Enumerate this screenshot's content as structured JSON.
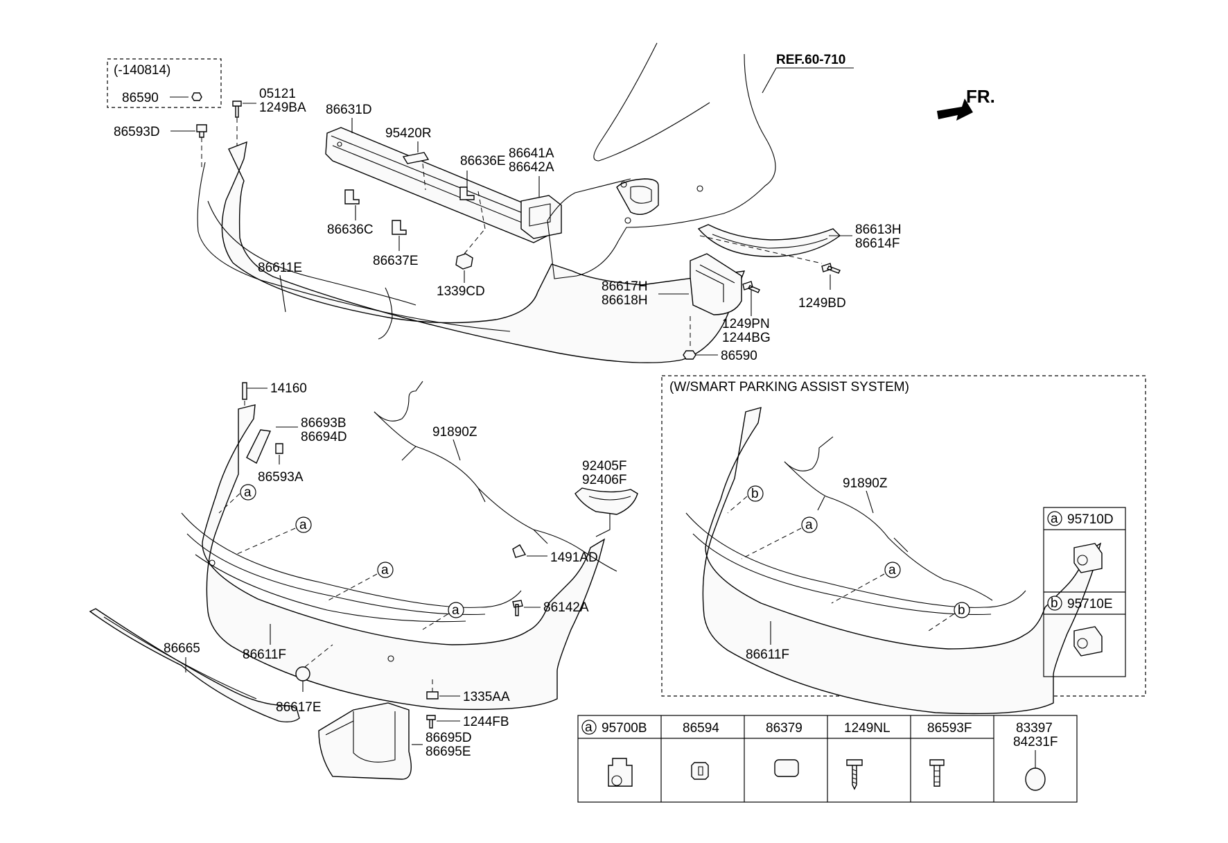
{
  "ref": "REF.60-710",
  "fr": "FR.",
  "top_left_box": {
    "date": "(-140814)",
    "part": "86590"
  },
  "labels": {
    "p86593D": "86593D",
    "p05121": "05121",
    "p1249BA": "1249BA",
    "p86631D": "86631D",
    "p95420R": "95420R",
    "p86636E": "86636E",
    "p86641A": "86641A",
    "p86642A": "86642A",
    "p86636C": "86636C",
    "p86637E": "86637E",
    "p1339CD": "1339CD",
    "p86611E": "86611E",
    "p86613H": "86613H",
    "p86614F": "86614F",
    "p86617H": "86617H",
    "p86618H": "86618H",
    "p1249BD": "1249BD",
    "p1249PN": "1249PN",
    "p1244BG": "1244BG",
    "p86590b": "86590",
    "p14160": "14160",
    "p86693B": "86693B",
    "p86694D": "86694D",
    "p86593A": "86593A",
    "p91890Z": "91890Z",
    "p92405F": "92405F",
    "p92406F": "92406F",
    "p1491AD": "1491AD",
    "p86142A": "86142A",
    "p86665": "86665",
    "p86611F": "86611F",
    "p86617E": "86617E",
    "p1335AA": "1335AA",
    "p1244FB": "1244FB",
    "p86695D": "86695D",
    "p86695E": "86695E"
  },
  "callouts": {
    "a": "a",
    "b": "b"
  },
  "spas": {
    "title": "(W/SMART PARKING ASSIST SYSTEM)",
    "harness": "91890Z",
    "bumper": "86611F",
    "legend": [
      {
        "key": "a",
        "part": "95710D"
      },
      {
        "key": "b",
        "part": "95710E"
      }
    ]
  },
  "parts_table": [
    {
      "key": "a",
      "parts": [
        "95700B"
      ]
    },
    {
      "key": "",
      "parts": [
        "86594"
      ]
    },
    {
      "key": "",
      "parts": [
        "86379"
      ]
    },
    {
      "key": "",
      "parts": [
        "1249NL"
      ]
    },
    {
      "key": "",
      "parts": [
        "86593F"
      ]
    },
    {
      "key": "",
      "parts": [
        "83397",
        "84231F"
      ]
    }
  ]
}
